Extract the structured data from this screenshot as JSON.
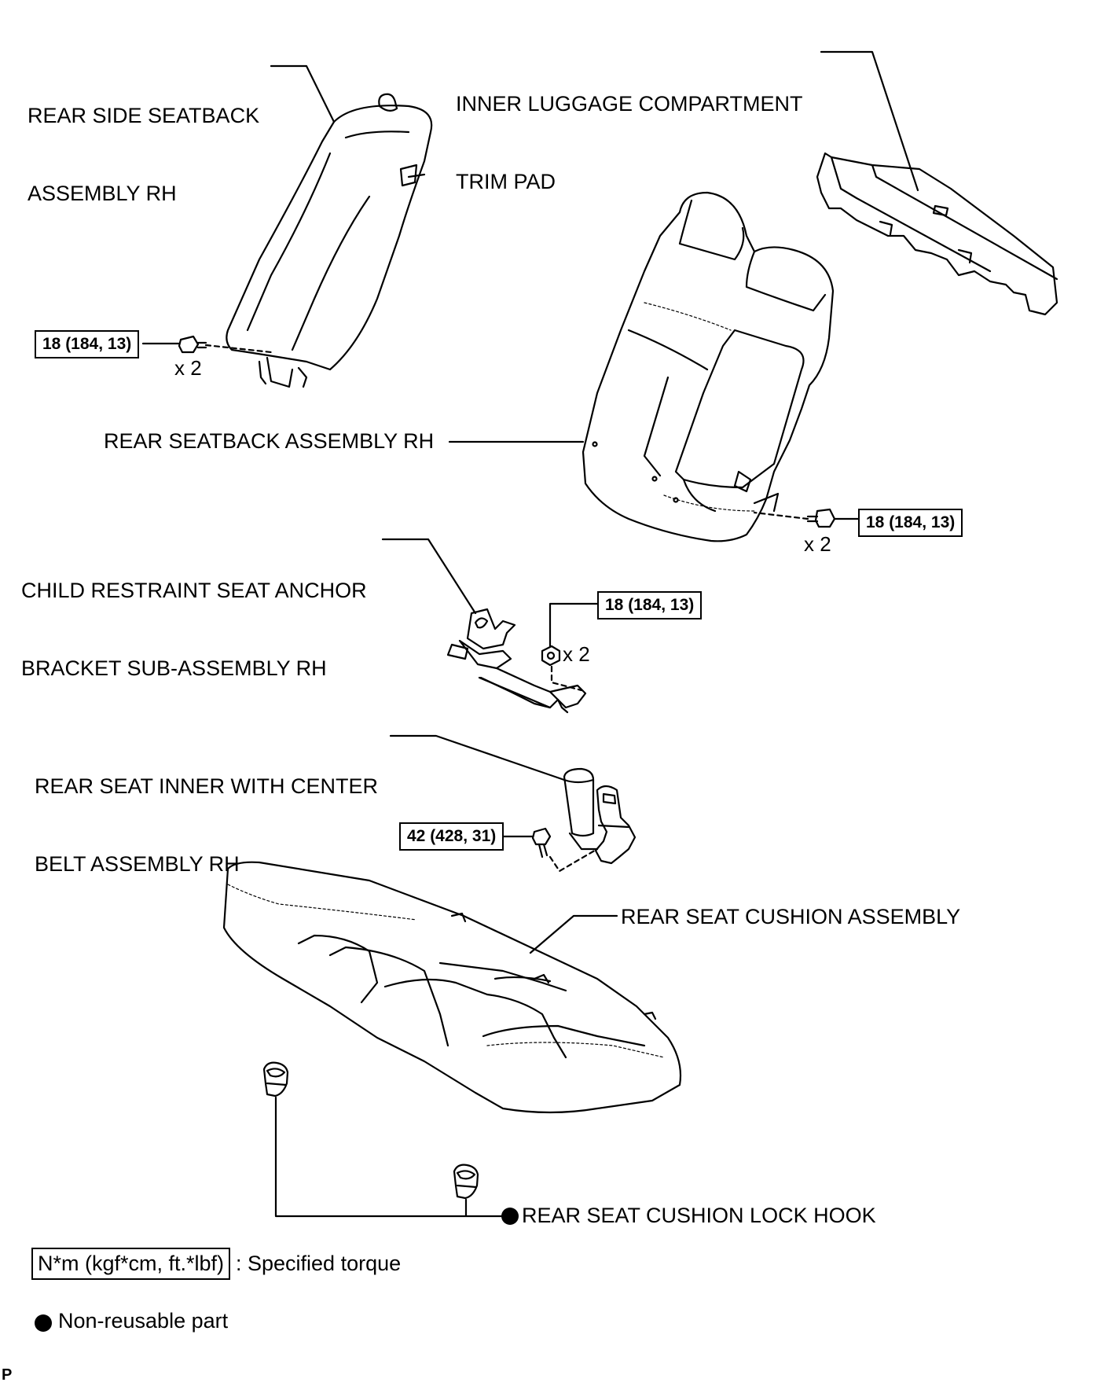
{
  "labels": {
    "rear_side_seatback": [
      "REAR SIDE SEATBACK",
      "ASSEMBLY RH"
    ],
    "inner_luggage": [
      "INNER LUGGAGE COMPARTMENT",
      "TRIM PAD"
    ],
    "rear_seatback": "REAR SEATBACK ASSEMBLY RH",
    "child_restraint": [
      "CHILD RESTRAINT SEAT ANCHOR",
      "BRACKET SUB-ASSEMBLY RH"
    ],
    "rear_seat_inner_belt": [
      "REAR SEAT INNER WITH CENTER",
      "BELT ASSEMBLY RH"
    ],
    "rear_seat_cushion": "REAR SEAT CUSHION ASSEMBLY",
    "lock_hook": "REAR SEAT CUSHION LOCK HOOK"
  },
  "torques": {
    "side_seatback": "18 (184, 13)",
    "seatback": "18 (184, 13)",
    "anchor_bracket": "18 (184, 13)",
    "center_belt": "42 (428, 31)"
  },
  "quantities": {
    "side_seatback": "x 2",
    "seatback": "x 2",
    "anchor_bracket": "x 2"
  },
  "legend": {
    "torque_unit": "N*m (kgf*cm, ft.*lbf)",
    "torque_desc": ": Specified torque",
    "non_reusable": "Non-reusable part"
  },
  "corner_mark": "P"
}
